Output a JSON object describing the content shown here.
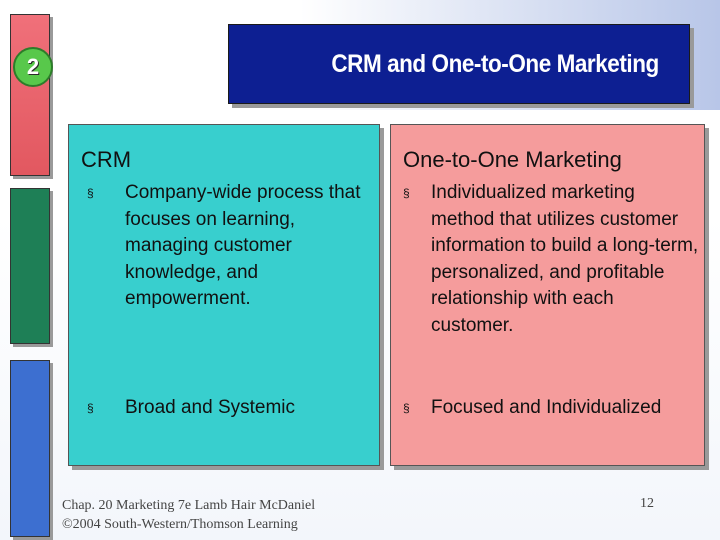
{
  "chapter_badge": "2",
  "title": "CRM and One-to-One Marketing",
  "columns": [
    {
      "heading": "CRM",
      "items": [
        "Company-wide process that focuses on learning, managing customer knowledge, and empowerment.",
        "Broad and Systemic"
      ]
    },
    {
      "heading": "One-to-One Marketing",
      "items": [
        "Individualized marketing method that utilizes customer information to build a long-term, personalized, and profitable relationship with each customer.",
        "Focused and Individualized"
      ]
    }
  ],
  "bullet_symbol": "§",
  "footer": {
    "line1": "Chap. 20 Marketing 7e Lamb Hair McDaniel",
    "line2": "©2004 South-Western/Thomson Learning",
    "page_number": "12"
  },
  "colors": {
    "title_bg": "#0d1f92",
    "left_panel": "#38cfce",
    "right_panel": "#f59c9c",
    "bar_red": "#e25860",
    "bar_green": "#1e7f56",
    "bar_blue": "#3d6fd0",
    "badge": "#58c84b"
  }
}
